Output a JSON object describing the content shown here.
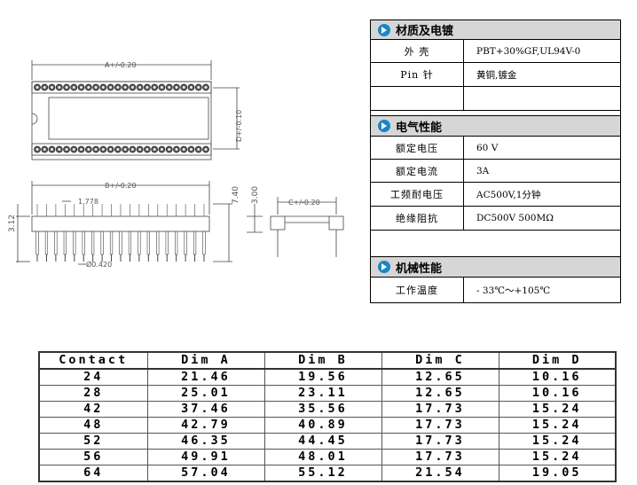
{
  "drawing": {
    "dim_a": "A+/-0.20",
    "dim_b": "B+/-0.20",
    "dim_c": "C+/-0.20",
    "dim_d": "D+/-0.10",
    "pitch": "1.778",
    "pin_diameter": "Ø0.420",
    "height_left": "3.12",
    "height_total": "7.40",
    "height_pin": "3.00"
  },
  "spec": {
    "sections": [
      {
        "title": "材质及电镀",
        "rows": [
          {
            "label": "外 壳",
            "value": "PBT+30%GF,UL94V-0"
          },
          {
            "label": "Pin 针",
            "value": "黄铜,镀金"
          },
          {
            "label": "",
            "value": ""
          }
        ]
      },
      {
        "title": "电气性能",
        "rows": [
          {
            "label": "额定电压",
            "value": "60 V"
          },
          {
            "label": "额定电流",
            "value": "3A"
          },
          {
            "label": "工频耐电压",
            "value": "AC500V,1分钟"
          },
          {
            "label": "绝缘阻抗",
            "value": "DC500V  500MΩ"
          },
          {
            "label": "",
            "value": ""
          }
        ]
      },
      {
        "title": "机械性能",
        "rows": [
          {
            "label": "工作温度",
            "value": "- 33℃～+105℃"
          }
        ]
      }
    ]
  },
  "dims": {
    "headers": [
      "Contact",
      "Dim A",
      "Dim B",
      "Dim C",
      "Dim D"
    ],
    "rows": [
      [
        "24",
        "21.46",
        "19.56",
        "12.65",
        "10.16"
      ],
      [
        "28",
        "25.01",
        "23.11",
        "12.65",
        "10.16"
      ],
      [
        "42",
        "37.46",
        "35.56",
        "17.73",
        "15.24"
      ],
      [
        "48",
        "42.79",
        "40.89",
        "17.73",
        "15.24"
      ],
      [
        "52",
        "46.35",
        "44.45",
        "17.73",
        "15.24"
      ],
      [
        "56",
        "49.91",
        "48.01",
        "17.73",
        "15.24"
      ],
      [
        "64",
        "57.04",
        "55.12",
        "21.54",
        "19.05"
      ]
    ]
  }
}
